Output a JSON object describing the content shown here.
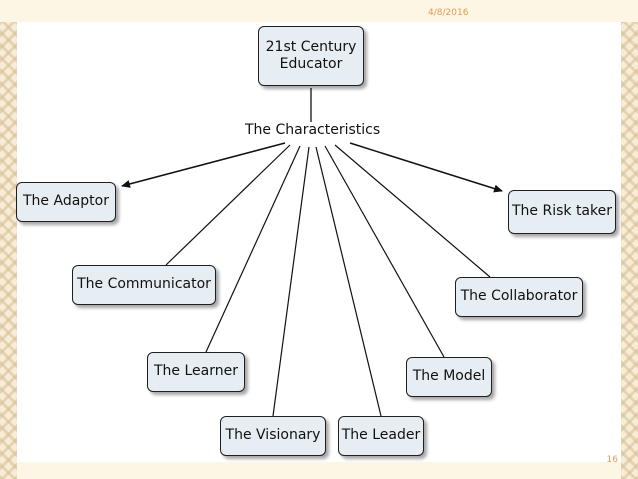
{
  "header": {
    "date": "4/8/2016"
  },
  "footer": {
    "page_number": "16"
  },
  "diagram": {
    "root": "21st Century\nEducator",
    "link_label": "The Characteristics",
    "nodes": [
      "The Adaptor",
      "The Risk taker",
      "The Communicator",
      "The Collaborator",
      "The Learner",
      "The Model",
      "The Visionary",
      "The Leader"
    ]
  },
  "colors": {
    "node_fill": "#e7eef3",
    "accent_text": "#e29a59"
  }
}
